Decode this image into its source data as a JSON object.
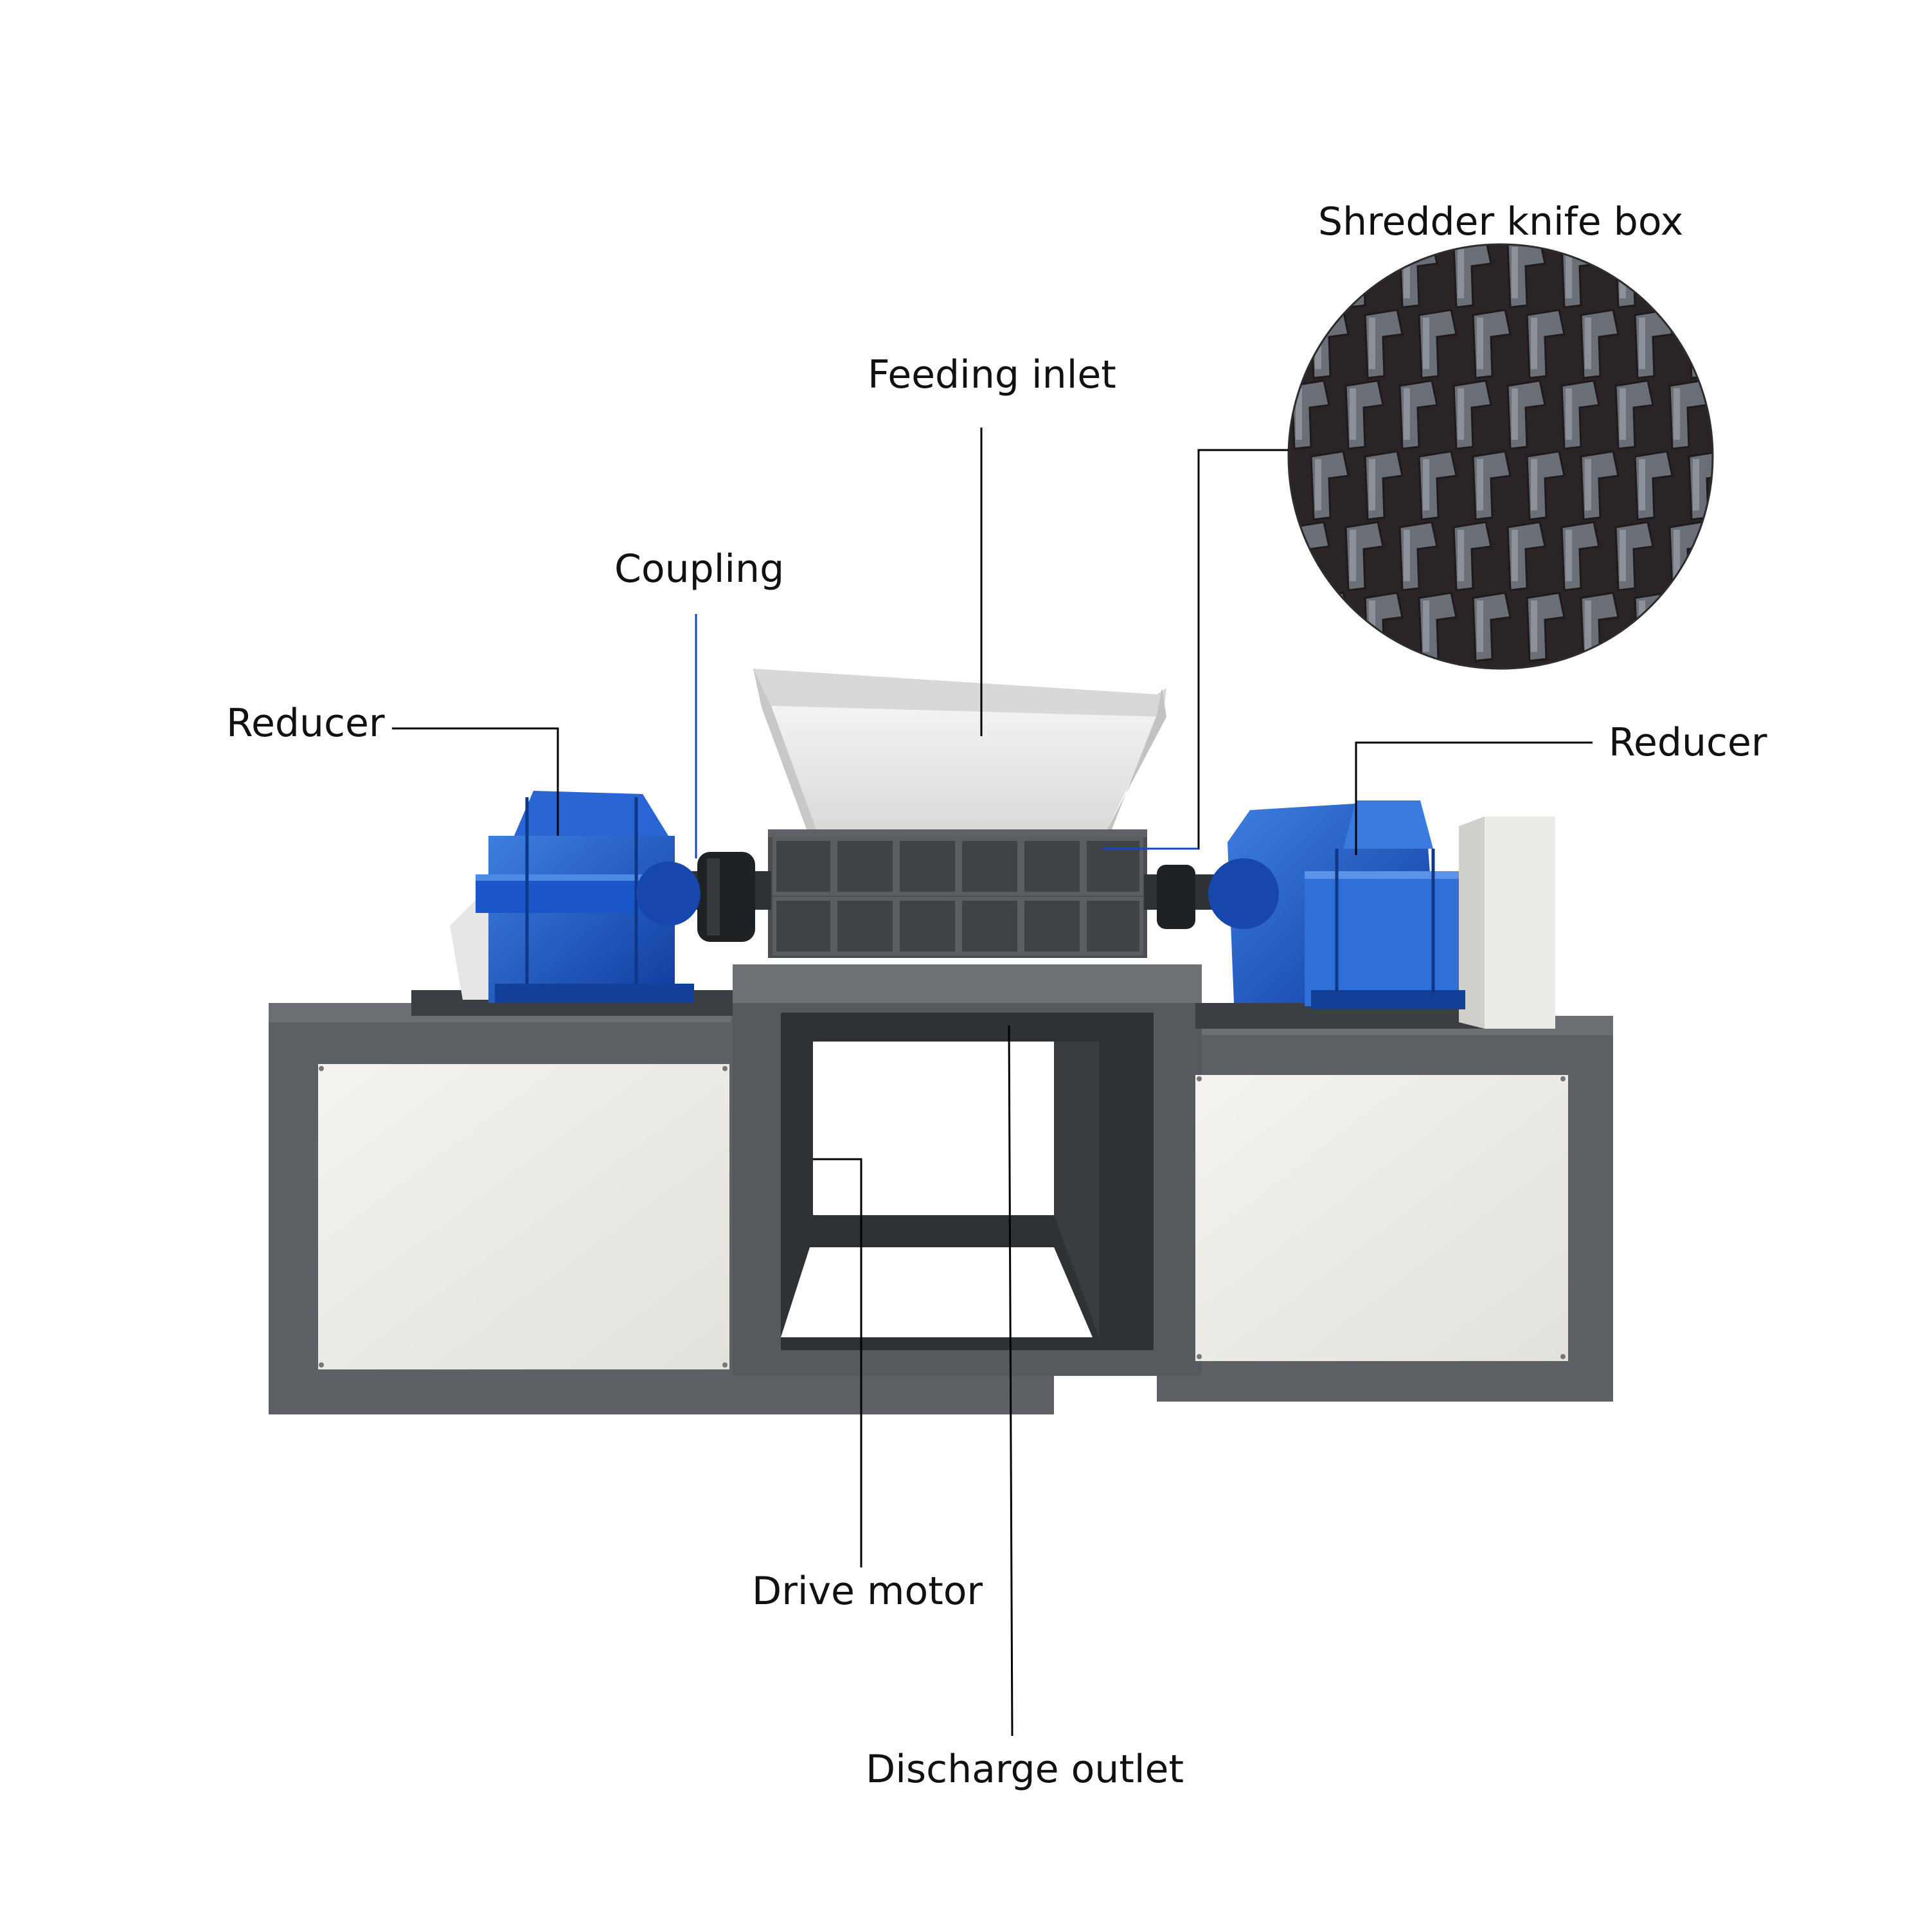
{
  "labels": {
    "shredder_knife_box": "Shredder knife box",
    "feeding_inlet": "Feeding inlet",
    "coupling": "Coupling",
    "reducer_left": "Reducer",
    "reducer_right": "Reducer",
    "drive_motor": "Drive motor",
    "discharge_outlet": "Discharge outlet"
  },
  "colors": {
    "frame": "#5d6165",
    "frame_dark": "#474b4f",
    "panel": "#ecebe7",
    "reducer_blue": "#1a55c9",
    "reducer_blue_light": "#3d7fe0",
    "hopper": "#e8e8e6",
    "knife_box": "#4a4d52",
    "coupling": "#2e3135",
    "leader_line": "#000000",
    "leader_line_coupling": "#1446c8",
    "blade": "#6a6e76",
    "blade_dark": "#2b2426"
  },
  "icons": {
    "inset": "shredder-blade-closeup"
  }
}
